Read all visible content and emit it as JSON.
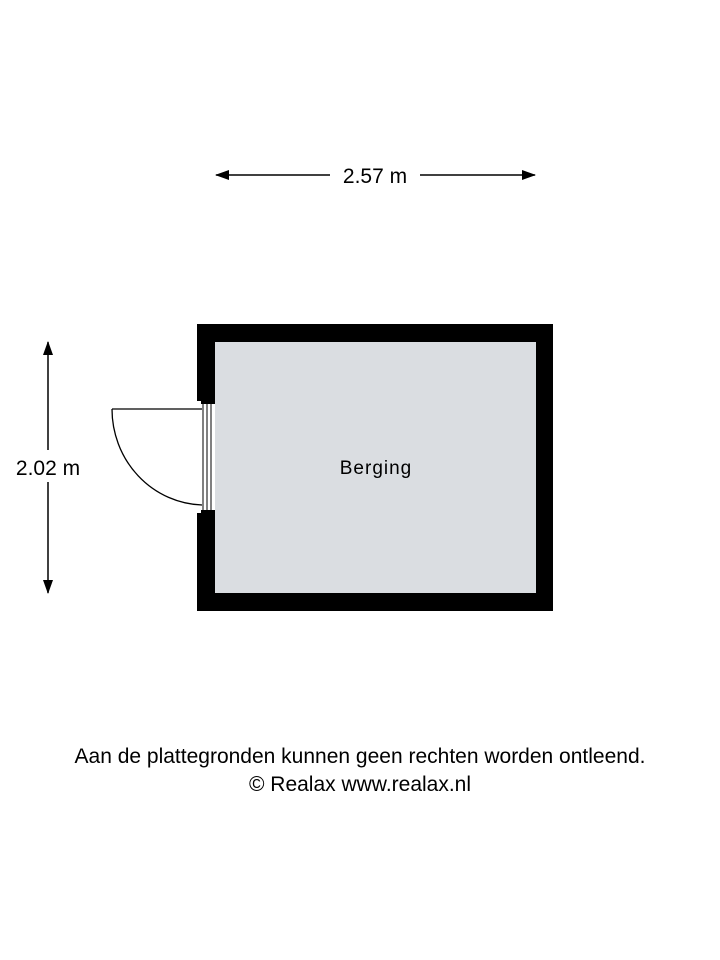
{
  "dimensions": {
    "width_label": "2.57 m",
    "height_label": "2.02 m"
  },
  "room": {
    "name": "Berging"
  },
  "footer": {
    "disclaimer": "Aan de plattegronden kunnen geen rechten worden ontleend.",
    "copyright": "© Realax www.realax.nl"
  },
  "colors": {
    "wall": "#000000",
    "floor": "#dadde1",
    "background": "#ffffff"
  }
}
